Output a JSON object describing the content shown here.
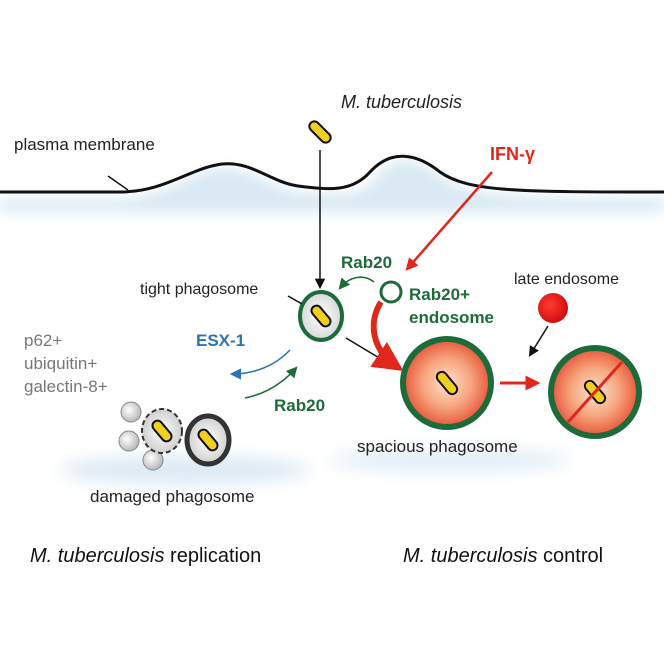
{
  "labels": {
    "mtb_top": "M. tuberculosis",
    "plasma_membrane": "plasma membrane",
    "ifn": "IFN-γ",
    "tight_phagosome": "tight phagosome",
    "rab20_top": "Rab20",
    "rab20_endosome_line1": "Rab20+",
    "rab20_endosome_line2": "endosome",
    "late_endosome": "late endosome",
    "esx1": "ESX-1",
    "rab20_bottom": "Rab20",
    "markers": [
      "p62+",
      "ubiquitin+",
      "galectin-8+"
    ],
    "spacious_phagosome": "spacious phagosome",
    "damaged_phagosome": "damaged phagosome"
  },
  "captions": {
    "left_italic": "M. tuberculosis",
    "left_rest": " replication",
    "right_italic": "M. tuberculosis",
    "right_rest": " control"
  },
  "colors": {
    "green": "#1e6b3a",
    "red": "#e1261c",
    "blue": "#2a73b8",
    "bacterium": "#f0cf1e",
    "gray_text": "#777777",
    "membrane_glow": "#cfe3f1"
  }
}
